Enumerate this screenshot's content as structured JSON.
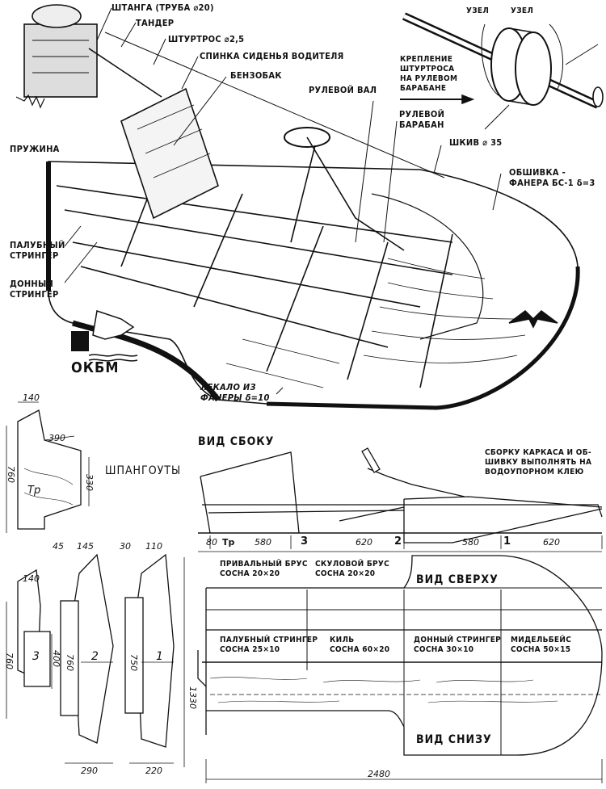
{
  "iso_view": {
    "callouts": {
      "shtanga": "ШТАНГА (ТРУБА ⌀20)",
      "tander": "ТАНДЕР",
      "shturtros": "ШТУРТРОС ⌀2,5",
      "spinka": "СПИНКА СИДЕНЬЯ ВОДИТЕЛЯ",
      "benzobak": "БЕНЗОБАК",
      "rulevoy_val": "РУЛЕВОЙ ВАЛ",
      "pruzhina": "ПРУЖИНА",
      "rulevoy_baraban": "РУЛЕВОЙ\nБАРАБАН",
      "shkiv": "ШКИВ ⌀ 35",
      "obshivka": "ОБШИВКА -\nФАНЕРА БС-1 δ=3",
      "palubny": "ПАЛУБНЫЙ\nСТРИНГЕР",
      "donny": "ДОННЫЙ\nСТРИНГЕР",
      "lekalo": "ЛЕКАЛО ИЗ\nФАНЕРЫ δ=10"
    },
    "detail": {
      "uzel_1": "УЗЕЛ",
      "uzel_2": "УЗЕЛ",
      "caption": "КРЕПЛЕНИЕ\nШТУРТРОСА\nНА РУЛЕВОМ\nБАРАБАНЕ"
    },
    "logo": "ОКБМ"
  },
  "frames": {
    "title": "ШПАНГОУТЫ",
    "tr": {
      "label": "Тр",
      "dims": [
        "140",
        "390",
        "760",
        "330"
      ]
    },
    "f3": {
      "label": "3",
      "dims": [
        "140",
        "760",
        "400"
      ]
    },
    "f2": {
      "label": "2",
      "dims": [
        "45",
        "145",
        "760",
        "290"
      ]
    },
    "f1": {
      "label": "1",
      "dims": [
        "30",
        "110",
        "750",
        "220",
        "1330"
      ]
    }
  },
  "side_view": {
    "title": "ВИД СБОКУ",
    "note": "СБОРКУ КАРКАСА И ОБ-\nШИВКУ ВЫПОЛНЯТЬ НА\nВОДОУПОРНОМ КЛЕЮ",
    "stations": [
      "80",
      "Тр",
      "580",
      "3",
      "620",
      "2",
      "580",
      "1",
      "620"
    ]
  },
  "plan_view": {
    "top_title": "ВИД СВЕРХУ",
    "bottom_title": "ВИД СНИЗУ",
    "parts": [
      {
        "name": "ПРИВАЛЬНЫЙ БРУС",
        "spec": "СОСНА 20×20"
      },
      {
        "name": "СКУЛОВОЙ БРУС",
        "spec": "СОСНА 20×20"
      },
      {
        "name": "ПАЛУБНЫЙ СТРИНГЕР",
        "spec": "СОСНА 25×10"
      },
      {
        "name": "КИЛЬ",
        "spec": "СОСНА 60×20"
      },
      {
        "name": "ДОННЫЙ СТРИНГЕР",
        "spec": "СОСНА 30×10"
      },
      {
        "name": "МИДЕЛЬБЕЙС",
        "spec": "СОСНА 50×15"
      }
    ],
    "overall_length": "2480"
  }
}
